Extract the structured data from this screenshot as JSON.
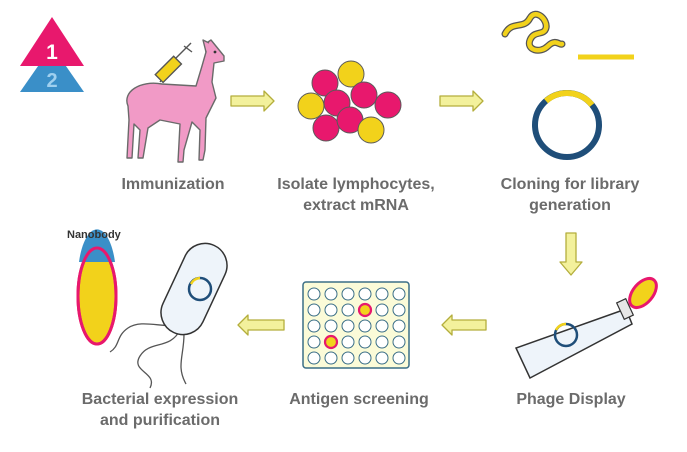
{
  "logo": {
    "digit_front": "1",
    "digit_back": "2"
  },
  "steps": [
    {
      "line1": "Immunization"
    },
    {
      "line1": "Isolate lymphocytes,",
      "line2": "extract mRNA"
    },
    {
      "line1": "Cloning for library",
      "line2": "generation"
    },
    {
      "line1": "Phage Display"
    },
    {
      "line1": "Antigen screening"
    },
    {
      "line1": "Bacterial expression",
      "line2": "and purification"
    }
  ],
  "nanobody_label": "Nanobody",
  "colors": {
    "magenta": "#e8186d",
    "yellow": "#f2d21b",
    "blue": "#3a8fc8",
    "dark_blue": "#1f4e79",
    "llama_pink": "#f19ac6",
    "arrow_fill": "#f3f19c",
    "arrow_stroke": "#b4ae3c",
    "text_gray": "#6b6b6b"
  },
  "icons": [
    "logo-icon",
    "llama-icon",
    "syringe-icon",
    "lymphocytes-icon",
    "dna-icon",
    "plasmid-icon",
    "phage-icon",
    "well-plate-icon",
    "bacterium-icon",
    "nanobody-icon",
    "arrow-icon"
  ]
}
